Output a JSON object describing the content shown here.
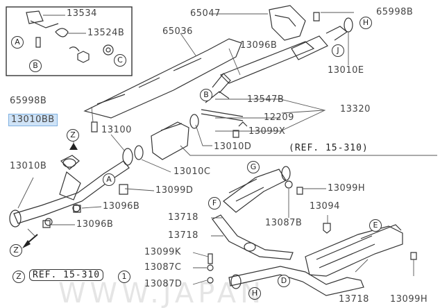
{
  "callout_labels": {
    "l13534": "13534",
    "l13524b": "13524B",
    "l65047": "65047",
    "l65998b_top": "65998B",
    "l65036": "65036",
    "l13096b_top": "13096B",
    "l13010e": "13010E",
    "l65998b_left": "65998B",
    "l13010bb": "13010BB",
    "l13100": "13100",
    "l13547b": "13547B",
    "l12209": "12209",
    "l13320": "13320",
    "l13099x": "13099X",
    "l13010d": "13010D",
    "l13010b": "13010B",
    "l13010c": "13010C",
    "l13099d": "13099D",
    "l13099h_top": "13099H",
    "l13096b_mid": "13096B",
    "l13094": "13094",
    "l13096b_low": "13096B",
    "l13718_a": "13718",
    "l13087b": "13087B",
    "l13718_b": "13718",
    "l13099k": "13099K",
    "l13087c": "13087C",
    "l13087d": "13087D",
    "l13718_bottom": "13718",
    "l13099h_bottom": "13099H"
  },
  "circle_letters": {
    "inset_a": "A",
    "inset_b": "B",
    "inset_c": "C",
    "h_top": "H",
    "j": "J",
    "b_pipe": "B",
    "z_top": "Z",
    "a_mid": "A",
    "g": "G",
    "f": "F",
    "e": "E",
    "z_arrow": "Z",
    "z_ref": "Z",
    "ref_num": "1",
    "d": "D",
    "h_bottom": "H"
  },
  "references": {
    "mid_ref_prefix": "(REF.",
    "mid_ref_num": "15-310)",
    "bottom_ref_prefix": "REF.",
    "bottom_ref_num": "15-310"
  },
  "watermark": "WWW.JAPAN",
  "colors": {
    "ink": "#333333",
    "label": "#444444",
    "highlight_fill": "#cfe3f7",
    "highlight_border": "#7fb0e0"
  }
}
